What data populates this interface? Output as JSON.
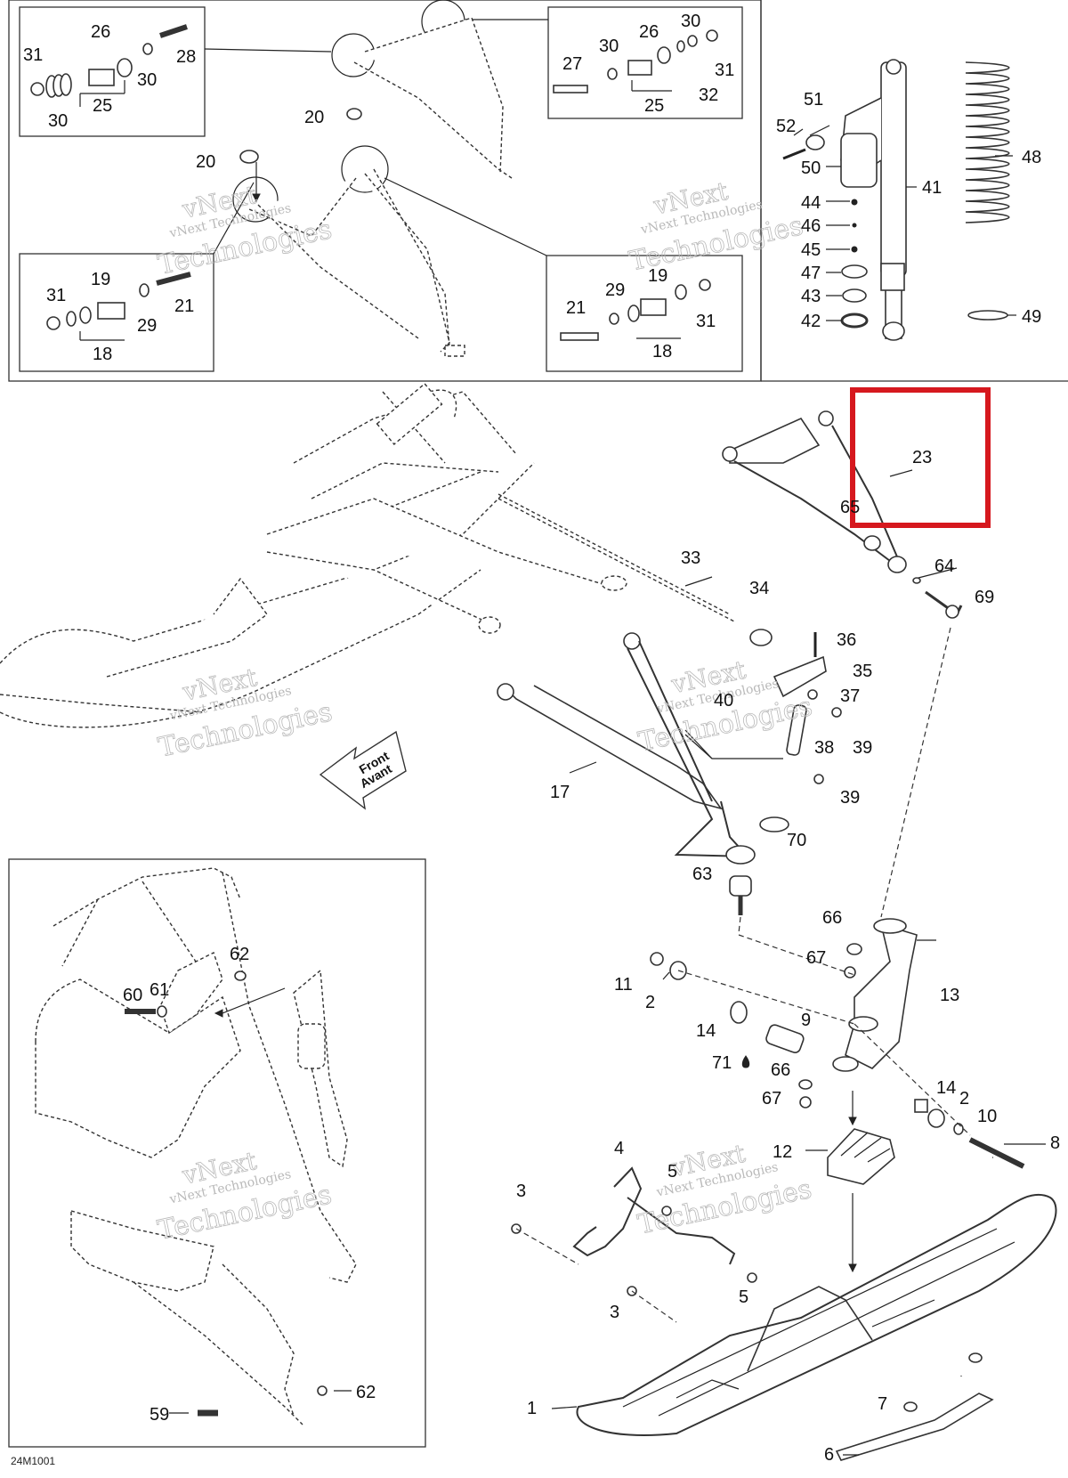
{
  "watermark": {
    "line1": "vNext Technologies",
    "line2": "vNext",
    "line3": "Technologies"
  },
  "front_arrow": {
    "line1": "Front",
    "line2": "Avant"
  },
  "highlight_color": "#d6181e",
  "figure_code": "24M1001",
  "callouts": {
    "c1": "1",
    "c2a": "2",
    "c2b": "2",
    "c3a": "3",
    "c3b": "3",
    "c4": "4",
    "c5a": "5",
    "c5b": "5",
    "c6": "6",
    "c7": "7",
    "c8": "8",
    "c9": "9",
    "c10": "10",
    "c11": "11",
    "c12": "12",
    "c13": "13",
    "c14a": "14",
    "c14b": "14",
    "c17": "17",
    "c18a": "18",
    "c18b": "18",
    "c19a": "19",
    "c19b": "19",
    "c20a": "20",
    "c20b": "20",
    "c21a": "21",
    "c21b": "21",
    "c23": "23",
    "c25a": "25",
    "c25b": "25",
    "c26a": "26",
    "c26b": "26",
    "c27": "27",
    "c28": "28",
    "c29a": "29",
    "c29b": "29",
    "c30a": "30",
    "c30b": "30",
    "c30c": "30",
    "c30d": "30",
    "c31a": "31",
    "c31b": "31",
    "c31c": "31",
    "c31d": "31",
    "c32": "32",
    "c33": "33",
    "c34": "34",
    "c35": "35",
    "c36": "36",
    "c37": "37",
    "c38": "38",
    "c39a": "39",
    "c39b": "39",
    "c40": "40",
    "c41": "41",
    "c42": "42",
    "c43": "43",
    "c44": "44",
    "c45": "45",
    "c46": "46",
    "c47": "47",
    "c48": "48",
    "c49": "49",
    "c50": "50",
    "c51": "51",
    "c52": "52",
    "c59": "59",
    "c60": "60",
    "c61": "61",
    "c62a": "62",
    "c62b": "62",
    "c63": "63",
    "c64": "64",
    "c65": "65",
    "c66a": "66",
    "c66b": "66",
    "c67a": "67",
    "c67b": "67",
    "c69": "69",
    "c70": "70",
    "c71": "71"
  }
}
